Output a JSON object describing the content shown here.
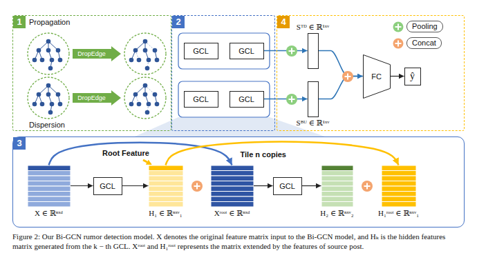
{
  "diagram": {
    "caption": "Figure 2: Our Bi-GCN rumor detection model. X denotes the original feature matrix input to the Bi-GCN model, and Hₖ is the hidden features matrix generated from the k − th GCL. Xʳᵒᵒᵗ and H₁ʳᵒᵒᵗ represents the matrix extended by the features of source post.",
    "nodes": [
      {
        "text": [
          "1"
        ]
      },
      {
        "text": [
          "DropEdge"
        ],
        "in": 0
      },
      {
        "text": [
          "DropEdge"
        ],
        "in": 0
      },
      {
        "text": [
          "2"
        ]
      },
      {
        "text": [
          "GCL"
        ],
        "in": 3
      },
      {
        "text": [
          "GCL"
        ],
        "in": 3
      },
      {
        "text": [
          "GCL"
        ],
        "in": 3
      },
      {
        "text": [
          "GCL"
        ],
        "in": 3
      },
      {
        "text": [
          "4"
        ]
      },
      {
        "text": [
          "Sᵀᴰ ∈ ℝ¹ˣᵛ"
        ],
        "in": 8
      },
      {
        "text": [
          "Sᴮᵁ ∈ ℝ¹ˣᵛ"
        ],
        "in": 8
      },
      {
        "text": [
          "FC"
        ],
        "in": 8
      },
      {
        "text": [
          "ŷ"
        ],
        "in": 8
      },
      {
        "text": [
          "3"
        ]
      },
      {
        "text": [
          "X ∈ ℝⁿˣᵈ"
        ],
        "in": 13
      },
      {
        "text": [
          "GCL"
        ],
        "in": 13
      },
      {
        "text": [
          "H₁ ∈ ℝⁿˣᵛ₁"
        ],
        "in": 13
      },
      {
        "text": [
          "Xʳᵒᵒᵗ ∈ ℝⁿˣᵈ"
        ],
        "in": 13
      },
      {
        "text": [
          "GCL"
        ],
        "in": 13
      },
      {
        "text": [
          "H₂ ∈ ℝⁿˣᵛ₂"
        ],
        "in": 13
      },
      {
        "text": [
          "H₁ʳᵒᵒᵗ ∈ ℝⁿˣᵛ₁"
        ],
        "in": 13
      }
    ],
    "edges": [
      {
        "from": 5,
        "to": 9,
        "arrow": "to"
      },
      {
        "from": 7,
        "to": 10,
        "arrow": "to"
      },
      {
        "from": 9,
        "to": 11,
        "arrow": "to"
      },
      {
        "from": 10,
        "to": 11,
        "arrow": "to"
      },
      {
        "from": 11,
        "to": 12,
        "arrow": "to"
      },
      {
        "from": 14,
        "to": 15,
        "arrow": "to"
      },
      {
        "from": 15,
        "to": 16,
        "arrow": "to"
      },
      {
        "from": 17,
        "to": 18,
        "arrow": "to"
      },
      {
        "from": 18,
        "to": 19,
        "arrow": "to"
      },
      {
        "from": 14,
        "to": 17,
        "arrow": "to",
        "label": "Tile n copies"
      },
      {
        "from": 16,
        "to": 20,
        "arrow": "to"
      }
    ],
    "labels": [
      "Propagation",
      "Dispersion",
      "Root Feature"
    ],
    "legend": [
      {
        "text": "Pooling",
        "color": "#8ccf7e"
      },
      {
        "text": "Concat",
        "color": "#f4a46e"
      }
    ]
  }
}
